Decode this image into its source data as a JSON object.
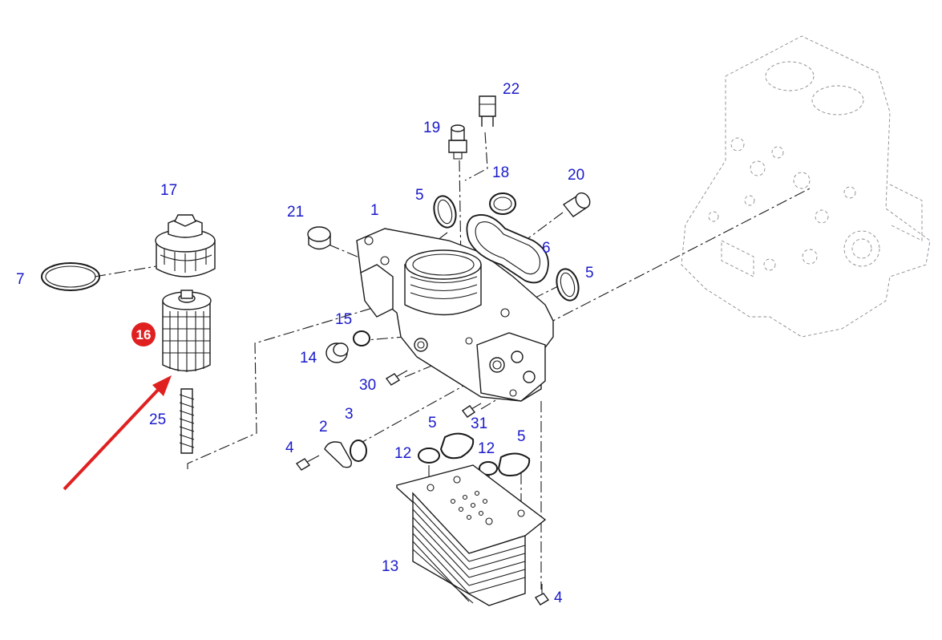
{
  "diagram": {
    "callouts": [
      {
        "id": "c1",
        "text": "1"
      },
      {
        "id": "c2",
        "text": "2"
      },
      {
        "id": "c3",
        "text": "3"
      },
      {
        "id": "c4a",
        "text": "4"
      },
      {
        "id": "c4b",
        "text": "4"
      },
      {
        "id": "c5a",
        "text": "5"
      },
      {
        "id": "c5b",
        "text": "5"
      },
      {
        "id": "c5c",
        "text": "5"
      },
      {
        "id": "c5d",
        "text": "5"
      },
      {
        "id": "c6",
        "text": "6"
      },
      {
        "id": "c7",
        "text": "7"
      },
      {
        "id": "c12a",
        "text": "12"
      },
      {
        "id": "c12b",
        "text": "12"
      },
      {
        "id": "c13",
        "text": "13"
      },
      {
        "id": "c14",
        "text": "14"
      },
      {
        "id": "c15",
        "text": "15"
      },
      {
        "id": "c17",
        "text": "17"
      },
      {
        "id": "c18",
        "text": "18"
      },
      {
        "id": "c19",
        "text": "19"
      },
      {
        "id": "c20",
        "text": "20"
      },
      {
        "id": "c21",
        "text": "21"
      },
      {
        "id": "c22",
        "text": "22"
      },
      {
        "id": "c25",
        "text": "25"
      },
      {
        "id": "c30",
        "text": "30"
      },
      {
        "id": "c31",
        "text": "31"
      }
    ],
    "highlight": {
      "text": "16",
      "color": "#e02020"
    },
    "callout_color": "#1a1acc",
    "arrow_color": "#e02020"
  }
}
